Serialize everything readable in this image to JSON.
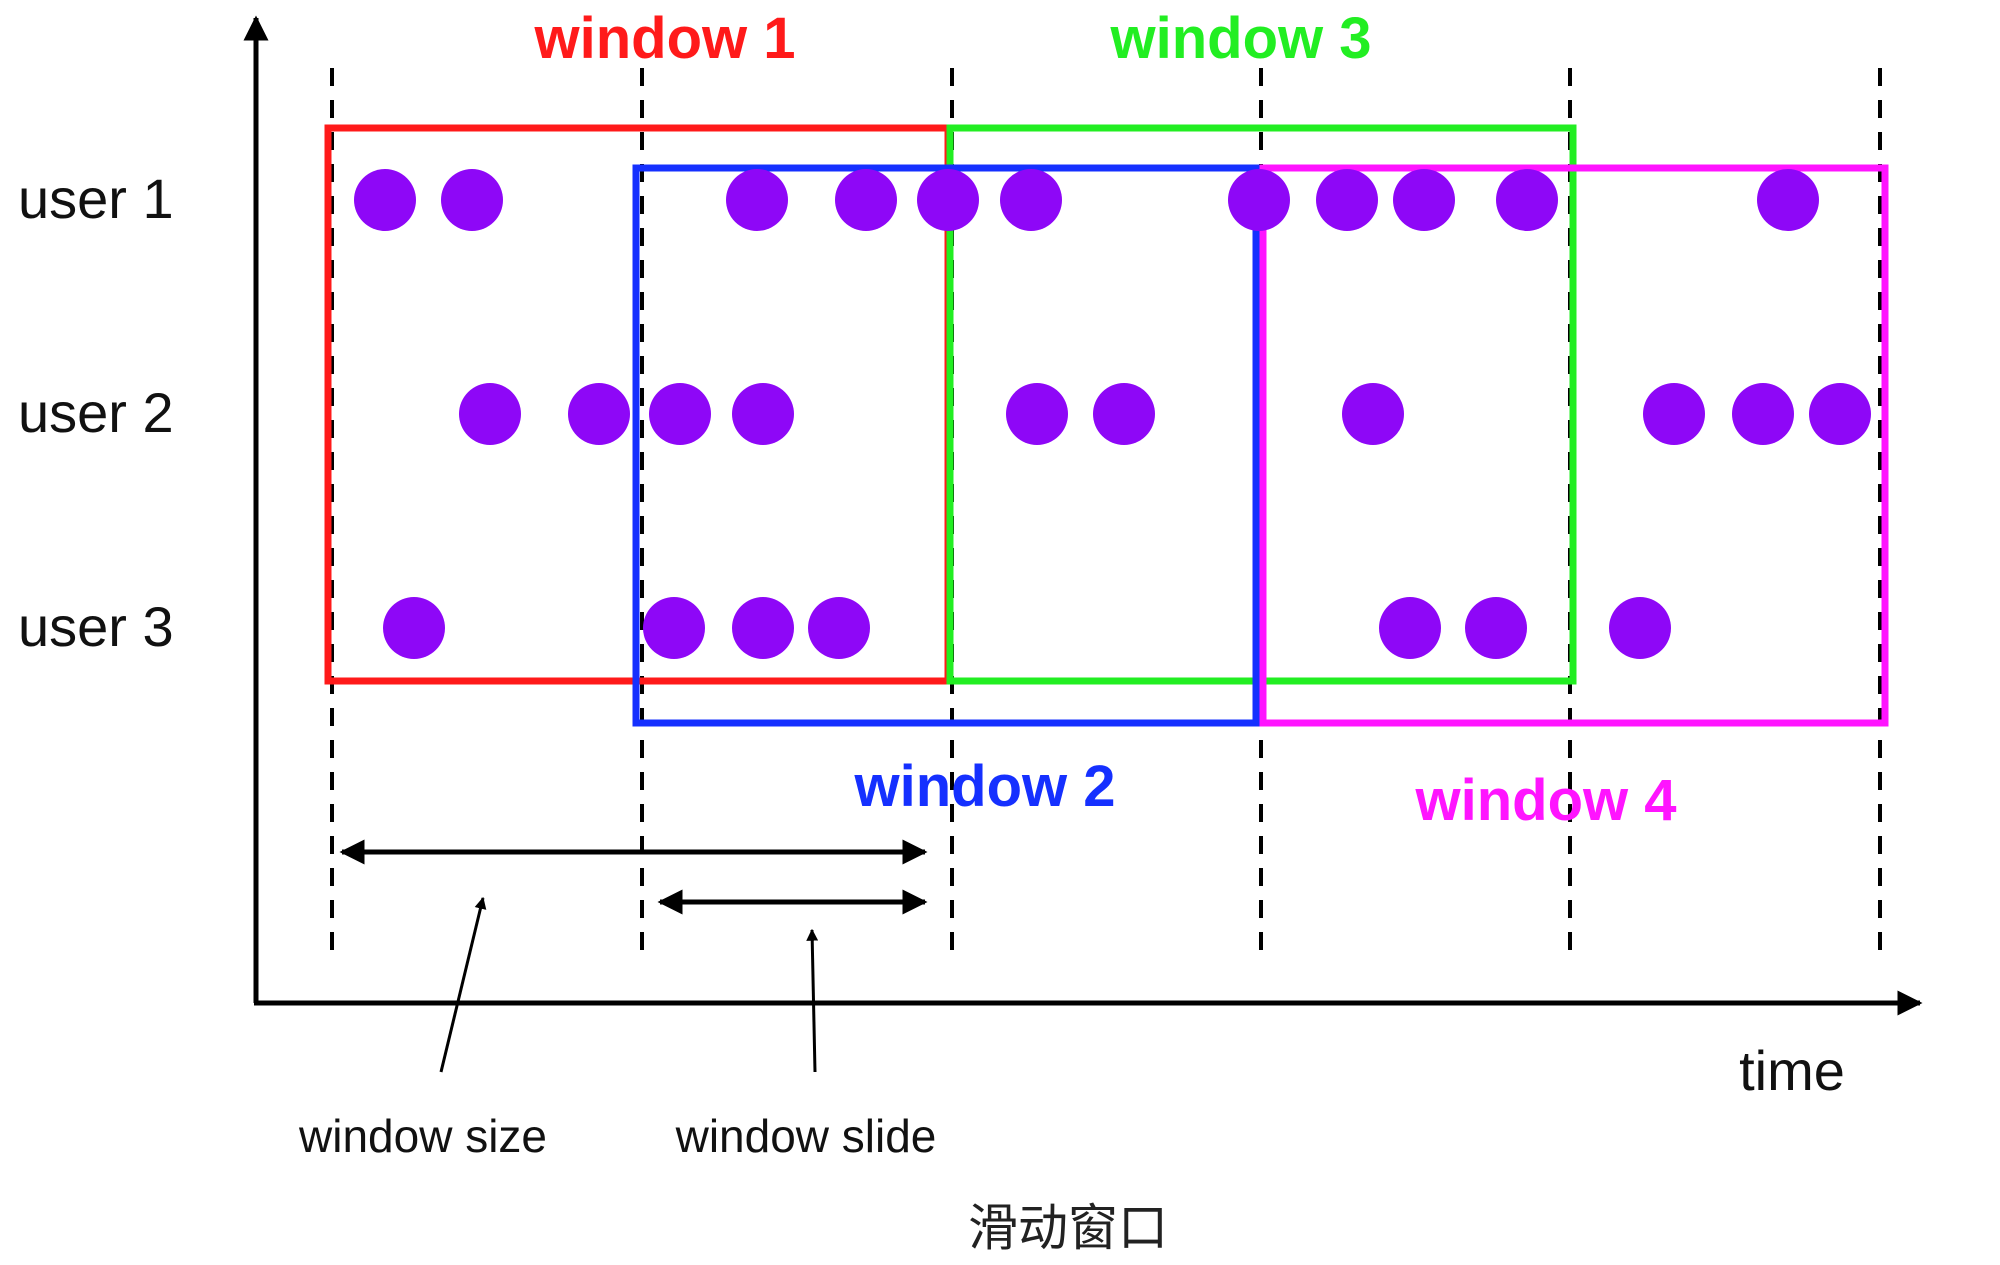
{
  "rows": [
    {
      "label": "user 1"
    },
    {
      "label": "user 2"
    },
    {
      "label": "user 3"
    }
  ],
  "windows": [
    {
      "label": "window 1",
      "color": "#ff1a1a"
    },
    {
      "label": "window 2",
      "color": "#1530ff"
    },
    {
      "label": "window 3",
      "color": "#22ee22"
    },
    {
      "label": "window 4",
      "color": "#ff14ff"
    }
  ],
  "annotations": {
    "window_size": "window size",
    "window_slide": "window slide"
  },
  "axis": {
    "x_label": "time"
  },
  "caption": "滑动窗口",
  "colors": {
    "event": "#8e07f7",
    "axis": "#000000"
  }
}
